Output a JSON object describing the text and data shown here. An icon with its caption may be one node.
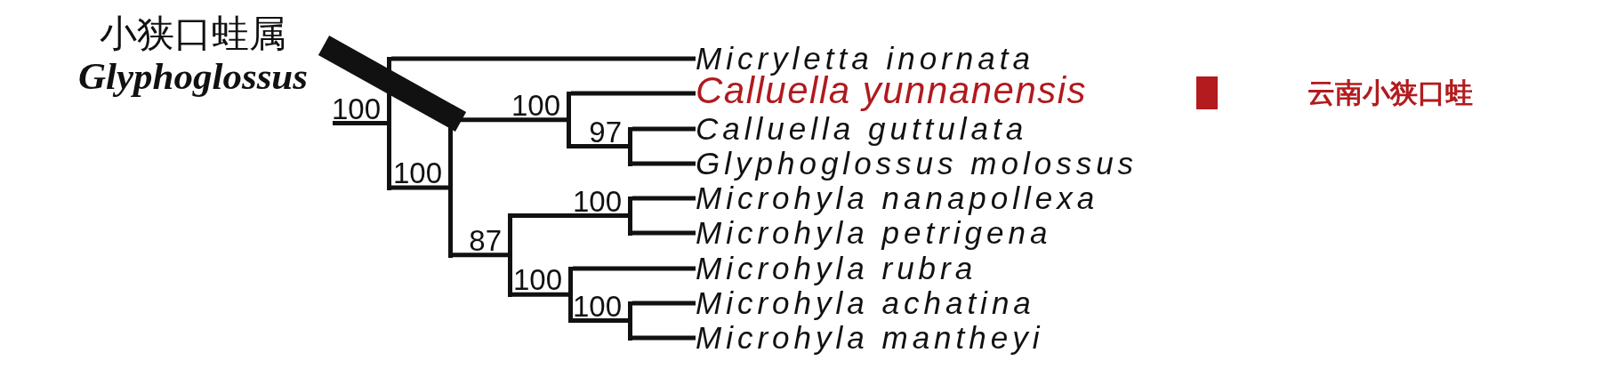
{
  "diagram": {
    "nodes": [
      {
        "text": [
          "小狭口蛙属",
          "Glyphoglossus"
        ]
      },
      {
        "text": [],
        "shape": "bar",
        "beside": [
          "100"
        ]
      },
      {
        "text": [],
        "shape": "bar",
        "beside": [
          "100"
        ]
      },
      {
        "text": [],
        "shape": "bar",
        "beside": [
          "87"
        ]
      },
      {
        "text": [],
        "shape": "bar",
        "beside": [
          "100"
        ]
      },
      {
        "text": [],
        "shape": "bar",
        "beside": [
          "100"
        ]
      },
      {
        "text": [],
        "shape": "bar",
        "beside": [
          "97"
        ]
      },
      {
        "text": [],
        "shape": "bar",
        "beside": [
          "100"
        ]
      },
      {
        "text": [],
        "shape": "bar",
        "beside": [
          "100"
        ]
      },
      {
        "text": [
          "Micryletta inornata"
        ]
      },
      {
        "text": [
          "Calluella yunnanensis"
        ]
      },
      {
        "text": [
          "Calluella guttulata"
        ]
      },
      {
        "text": [
          "Glyphoglossus molossus"
        ]
      },
      {
        "text": [
          "Microhyla nanapollexa"
        ]
      },
      {
        "text": [
          "Microhyla petrigena"
        ]
      },
      {
        "text": [
          "Microhyla rubra"
        ]
      },
      {
        "text": [
          "Microhyla achatina"
        ]
      },
      {
        "text": [
          "Microhyla mantheyi"
        ]
      }
    ],
    "edges": [
      {
        "from": null,
        "to": 1,
        "arrow": "none"
      },
      {
        "from": 1,
        "to": 9,
        "arrow": "none"
      },
      {
        "from": 1,
        "to": 2,
        "arrow": "none"
      },
      {
        "from": 2,
        "to": 4,
        "arrow": "none"
      },
      {
        "from": 4,
        "to": 10,
        "arrow": "none"
      },
      {
        "from": 4,
        "to": 6,
        "arrow": "none"
      },
      {
        "from": 6,
        "to": 11,
        "arrow": "none"
      },
      {
        "from": 6,
        "to": 12,
        "arrow": "none"
      },
      {
        "from": 2,
        "to": 3,
        "arrow": "none"
      },
      {
        "from": 3,
        "to": 7,
        "arrow": "none"
      },
      {
        "from": 7,
        "to": 13,
        "arrow": "none"
      },
      {
        "from": 7,
        "to": 14,
        "arrow": "none"
      },
      {
        "from": 3,
        "to": 5,
        "arrow": "none"
      },
      {
        "from": 5,
        "to": 15,
        "arrow": "none"
      },
      {
        "from": 5,
        "to": 8,
        "arrow": "none"
      },
      {
        "from": 8,
        "to": 16,
        "arrow": "none"
      },
      {
        "from": 8,
        "to": 17,
        "arrow": "none"
      },
      {
        "from": 0,
        "to": 2,
        "arrow": "none",
        "style": "thick"
      }
    ],
    "legend": [
      {
        "text": "云南小狭口蛙",
        "color": "#b31b1e"
      }
    ]
  }
}
